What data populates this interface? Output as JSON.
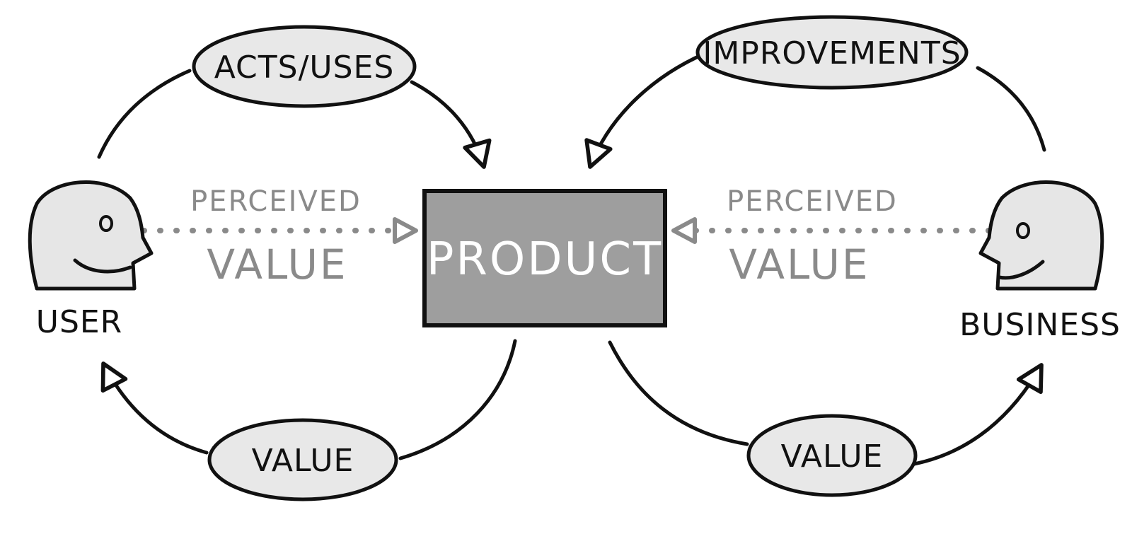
{
  "colors": {
    "ink": "#111111",
    "oval_fill": "#e8e8e8",
    "head_fill": "#e6e6e6",
    "product_fill": "#9e9e9e",
    "product_text": "#ffffff",
    "perceived_text": "#8a8a8a"
  },
  "nodes": {
    "acts_uses": "ACTS/USES",
    "improvements": "IMPROVEMENTS",
    "product": "PRODUCT",
    "value_left": "VALUE",
    "value_right": "VALUE"
  },
  "actors": {
    "user": "USER",
    "business": "BUSINESS"
  },
  "perceived_left": {
    "line1": "PERCEIVED",
    "line2": "VALUE"
  },
  "perceived_right": {
    "line1": "PERCEIVED",
    "line2": "VALUE"
  }
}
